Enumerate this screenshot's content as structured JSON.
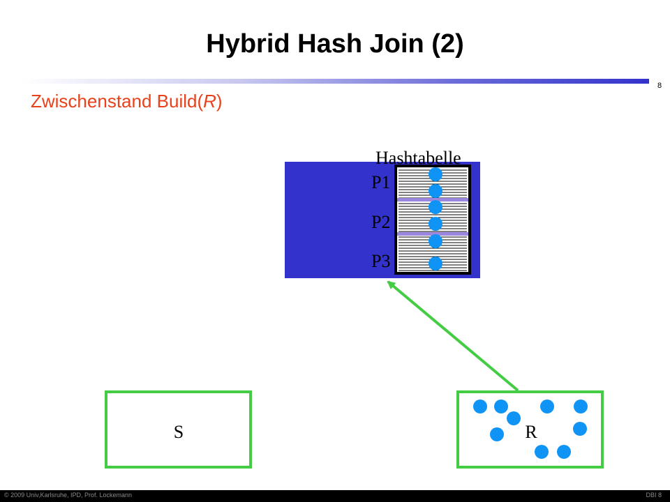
{
  "slide": {
    "title": "Hybrid Hash Join (2)",
    "subtitle_prefix": "Zwischenstand Build(",
    "subtitle_var": "R",
    "subtitle_suffix": ")",
    "number": "8"
  },
  "diagram": {
    "hashtable_label": "Hashtabelle",
    "partitions": [
      "P1",
      "P2",
      "P3"
    ],
    "relation_s": "S",
    "relation_r": "R"
  },
  "footer": {
    "left": "© 2009 Univ,Karlsruhe, IPD, Prof. Lockemann",
    "right": "DBI 8"
  },
  "colors": {
    "memory_blue": "#3333cc",
    "tuple_blue": "#0f94f5",
    "partition_divider": "#9b86e0",
    "relation_border": "#44cc44",
    "arrow": "#44cc44",
    "subtitle": "#e8411b"
  }
}
